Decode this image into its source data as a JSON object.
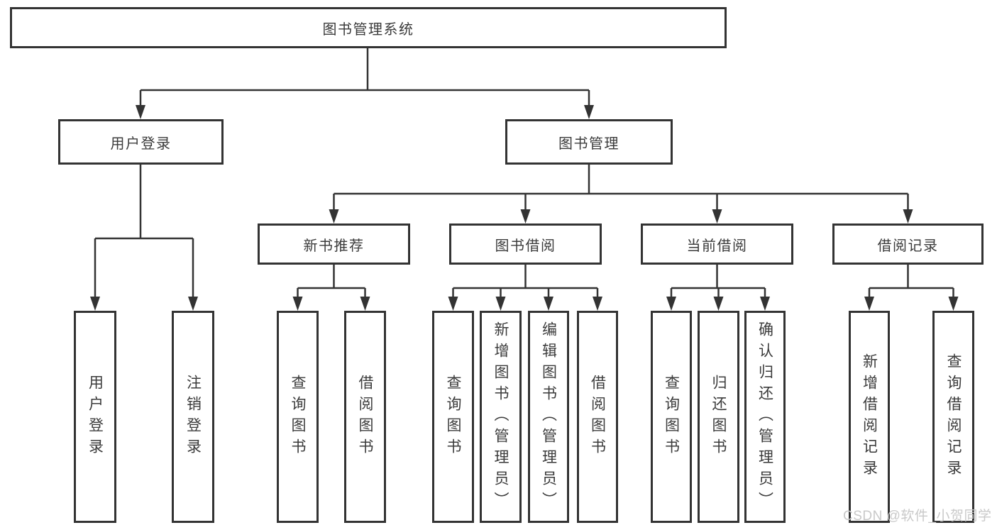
{
  "diagram": {
    "root": {
      "label": "图书管理系统"
    },
    "level2": [
      {
        "label": "用户登录"
      },
      {
        "label": "图书管理"
      }
    ],
    "level3": [
      {
        "label": "新书推荐"
      },
      {
        "label": "图书借阅"
      },
      {
        "label": "当前借阅"
      },
      {
        "label": "借阅记录"
      }
    ],
    "leaves": [
      {
        "label": "用户登录"
      },
      {
        "label": "注销登录"
      },
      {
        "label": "查询图书"
      },
      {
        "label": "借阅图书"
      },
      {
        "label": "查询图书"
      },
      {
        "label": "新增图书（管理员）"
      },
      {
        "label": "编辑图书（管理员）"
      },
      {
        "label": "借阅图书"
      },
      {
        "label": "查询图书"
      },
      {
        "label": "归还图书"
      },
      {
        "label": "确认归还（管理员）"
      },
      {
        "label": "新增借阅记录"
      },
      {
        "label": "查询借阅记录"
      }
    ],
    "watermark": "CSDN @软件_小贺同学",
    "colors": {
      "line": "#333333",
      "text": "#3b3b3b",
      "watermark": "#c9c9c9",
      "background": "#ffffff"
    }
  }
}
